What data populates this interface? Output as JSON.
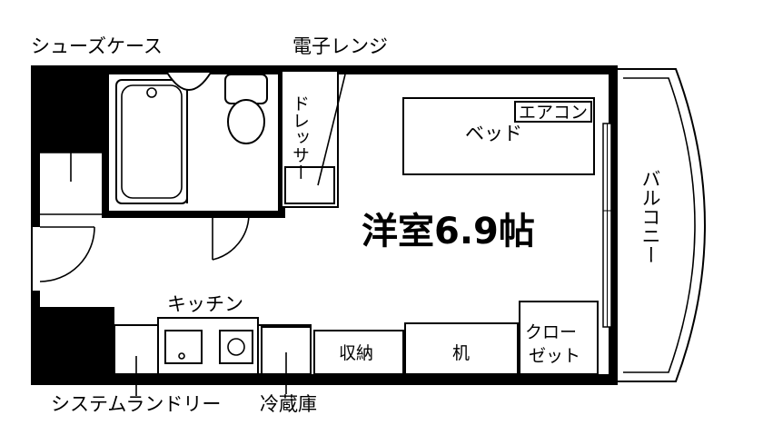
{
  "labels": {
    "shoe_case": "シューズケース",
    "microwave": "電子レンジ",
    "dresser": "ドレッサー",
    "aircon": "エアコン",
    "bed": "ベッド",
    "room": "洋室6.9帖",
    "balcony": "バルコニー",
    "kitchen": "キッチン",
    "storage": "収納",
    "desk": "机",
    "closet_line1": "クロー",
    "closet_line2": "ゼット",
    "laundry": "システムランドリー",
    "fridge": "冷蔵庫"
  }
}
